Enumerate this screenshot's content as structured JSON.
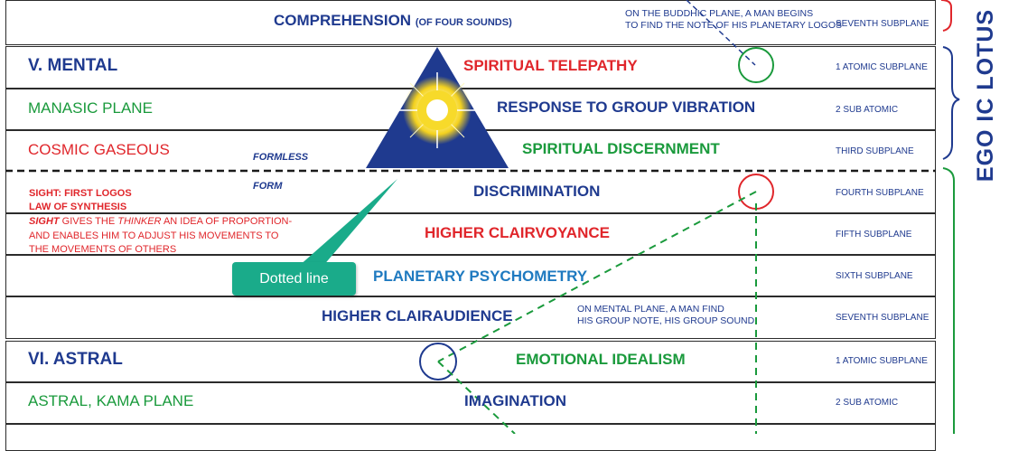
{
  "side_title": "EGO IC LOTUS",
  "callout": "Dotted line",
  "labels": {
    "formless": "FORMLESS",
    "form": "FORM"
  },
  "top_row": {
    "main": "COMPREHENSION",
    "main_suffix": "(OF FOUR SOUNDS)",
    "note_line1": "ON THE BUDDHIC PLANE, A MAN BEGINS",
    "note_line2": "TO FIND THE NOTE OF HIS PLANETARY LOGOS",
    "subplane": "SEVENTH SUBPLANE"
  },
  "mental": {
    "heading": "V. MENTAL",
    "plane_name": "MANASIC PLANE",
    "cosmic": "COSMIC GASEOUS",
    "sight_title": "SIGHT: FIRST LOGOS",
    "sight_law": "LAW OF SYNTHESIS",
    "sight_word": "SIGHT",
    "sight_desc_a": " GIVES THE ",
    "sight_thinker": "THINKER",
    "sight_desc_b": " AN IDEA OF PROPORTION-",
    "sight_desc_line2": "AND ENABLES HIM TO ADJUST HIS MOVEMENTS TO",
    "sight_desc_line3": "THE MOVEMENTS OF OTHERS",
    "note_line1": "ON MENTAL PLANE, A MAN FIND",
    "note_line2": "HIS GROUP NOTE, HIS GROUP SOUND",
    "rows": [
      {
        "text": "SPIRITUAL TELEPATHY",
        "subplane": "1 ATOMIC SUBPLANE"
      },
      {
        "text": "RESPONSE TO GROUP VIBRATION",
        "subplane": "2 SUB ATOMIC"
      },
      {
        "text": "SPIRITUAL DISCERNMENT",
        "subplane": "THIRD SUBPLANE"
      },
      {
        "text": "DISCRIMINATION",
        "subplane": "FOURTH SUBPLANE"
      },
      {
        "text": "HIGHER CLAIRVOYANCE",
        "subplane": "FIFTH SUBPLANE"
      },
      {
        "text": "PLANETARY PSYCHOMETRY",
        "subplane": "SIXTH SUBPLANE"
      },
      {
        "text": "HIGHER CLAIRAUDIENCE",
        "subplane": "SEVENTH SUBPLANE"
      }
    ]
  },
  "astral": {
    "heading": "VI. ASTRAL",
    "plane_name": "ASTRAL, KAMA PLANE",
    "rows": [
      {
        "text": "EMOTIONAL IDEALISM",
        "subplane": "1 ATOMIC SUBPLANE"
      },
      {
        "text": "IMAGINATION",
        "subplane": "2 SUB ATOMIC"
      }
    ]
  },
  "colors": {
    "blue": "#1f3a8f",
    "red": "#e0262b",
    "green": "#1a9a3c",
    "light_blue": "#1f7ac0",
    "callout": "#1aab8a"
  }
}
